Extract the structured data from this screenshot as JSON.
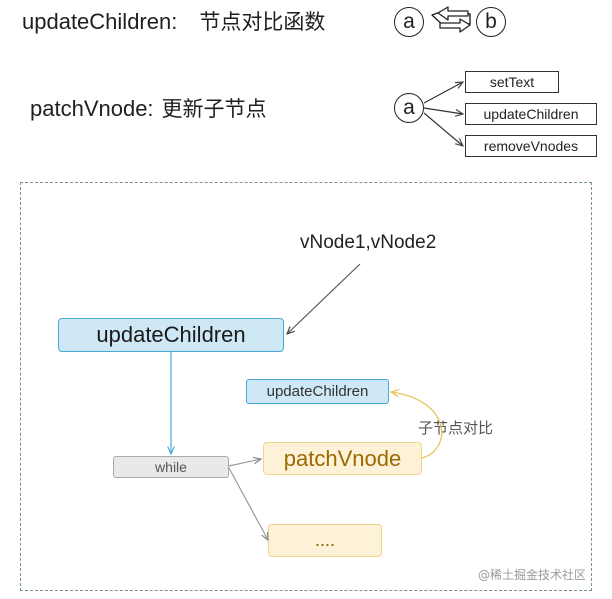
{
  "header": {
    "update_children_name": "updateChildren:",
    "update_children_desc": "节点对比函数",
    "patch_vnode_name": "patchVnode:",
    "patch_vnode_desc": "更新子节点"
  },
  "legend_top": {
    "circle_a": "a",
    "circle_b": "b"
  },
  "legend_branch": {
    "circle_a": "a",
    "targets": [
      "setText",
      "updateChildren",
      "removeVnodes"
    ]
  },
  "flow": {
    "input_label": "vNode1,vNode2",
    "main_node": "updateChildren",
    "loop_node": "while",
    "patch_node": "patchVnode",
    "more_node": "....",
    "recursive_node": "updateChildren",
    "recursive_label": "子节点对比"
  },
  "watermark": "@稀土掘金技术社区",
  "colors": {
    "blue_fill": "#cfe8f6",
    "blue_border": "#4aa8d6",
    "yellow_fill": "#fdf1d8",
    "yellow_border": "#f3d48c",
    "gray_fill": "#e9e9e9"
  }
}
